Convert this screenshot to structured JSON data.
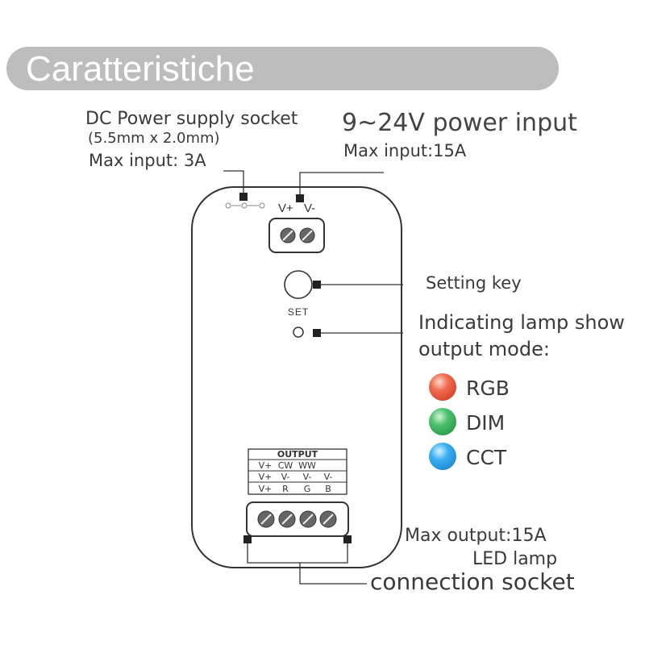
{
  "header": {
    "title": "Caratteristiche"
  },
  "dc_socket": {
    "title": "DC Power supply socket",
    "size": "(5.5mm x 2.0mm)",
    "max_input": "Max input: 3A"
  },
  "power_input": {
    "voltage": "9~24V  power input",
    "max_input": "Max input:15A",
    "terminal_labels": [
      "V+",
      "V-"
    ]
  },
  "setting_key": {
    "label": "Setting key",
    "button_text": "SET"
  },
  "indicator": {
    "line1": "Indicating lamp show",
    "line2": "output mode:",
    "modes": [
      {
        "label": "RGB",
        "color": "#e8503a"
      },
      {
        "label": "DIM",
        "color": "#3aaa5a"
      },
      {
        "label": "CCT",
        "color": "#2a9de0"
      }
    ]
  },
  "output_table": {
    "header": "OUTPUT",
    "rows": [
      [
        "V+",
        "CW",
        "WW",
        ""
      ],
      [
        "V+",
        "V-",
        "V-",
        "V-"
      ],
      [
        "V+",
        "R",
        "G",
        "B"
      ]
    ]
  },
  "output_socket": {
    "max_output": "Max output:15A",
    "line2": "LED lamp",
    "line3": "connection socket"
  },
  "colors": {
    "banner": "#bdbdbd",
    "device_stroke": "#333333"
  }
}
